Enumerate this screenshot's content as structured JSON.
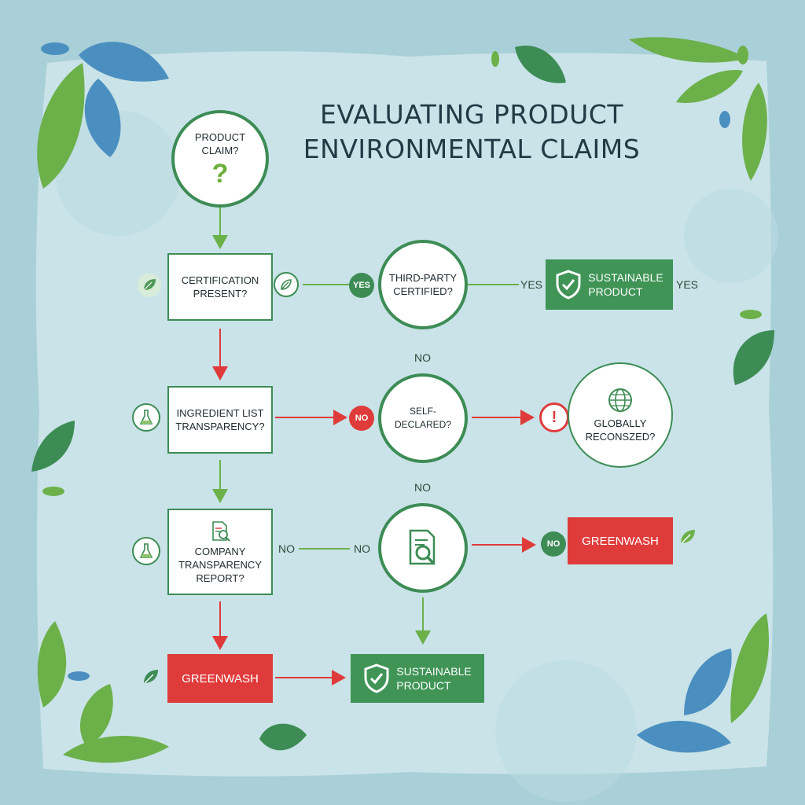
{
  "title": {
    "line1": "EVALUATING PRODUCT",
    "line2": "ENVIRONMENTAL CLAIMS"
  },
  "nodes": {
    "product_claim": {
      "line1": "PRODUCT",
      "line2": "CLAIM?",
      "symbol": "?"
    },
    "certification": {
      "line1": "CERTIFICATION",
      "line2": "PRESENT?"
    },
    "third_party": {
      "line1": "THIRD-PARTY",
      "line2": "CERTIFIED?"
    },
    "sustainable_top": {
      "line1": "SUSTAINABLE",
      "line2": "PRODUCT"
    },
    "ingredient": {
      "line1": "INGREDIENT LIST",
      "line2": "TRANSPARENCY?"
    },
    "self_declared": {
      "label": "SELF-DECLARED?"
    },
    "globally": {
      "line1": "GLOBALLY",
      "line2": "RECONSZED?"
    },
    "company": {
      "line1": "COMPANY",
      "line2": "TRANSPARENCY",
      "line3": "REPORT?"
    },
    "greenwash_right": {
      "label": "GREENWASH"
    },
    "greenwash_bottom": {
      "label": "GREENWASH"
    },
    "sustainable_bottom": {
      "line1": "SUSTAINABLE",
      "line2": "PRODUCT"
    }
  },
  "labels": {
    "yes_badge": "YES",
    "yes_after_third": "YES",
    "yes_far_right": "YES",
    "no_above_self": "NO",
    "no_badge_self": "NO",
    "no_above_report": "NO",
    "no_left_company": "NO",
    "no_mid_company": "NO",
    "no_badge_greenwash": "NO",
    "alert_symbol": "!"
  },
  "icons": [
    "leaf-icon",
    "flask-icon",
    "shield-check-icon",
    "globe-icon",
    "document-search-icon",
    "alert-icon"
  ],
  "colors": {
    "green": "#3d8c55",
    "red": "#e03b3b",
    "background": "#a9cfd8",
    "leaf_green": "#6cb04a",
    "leaf_blue": "#4a8fc0"
  }
}
